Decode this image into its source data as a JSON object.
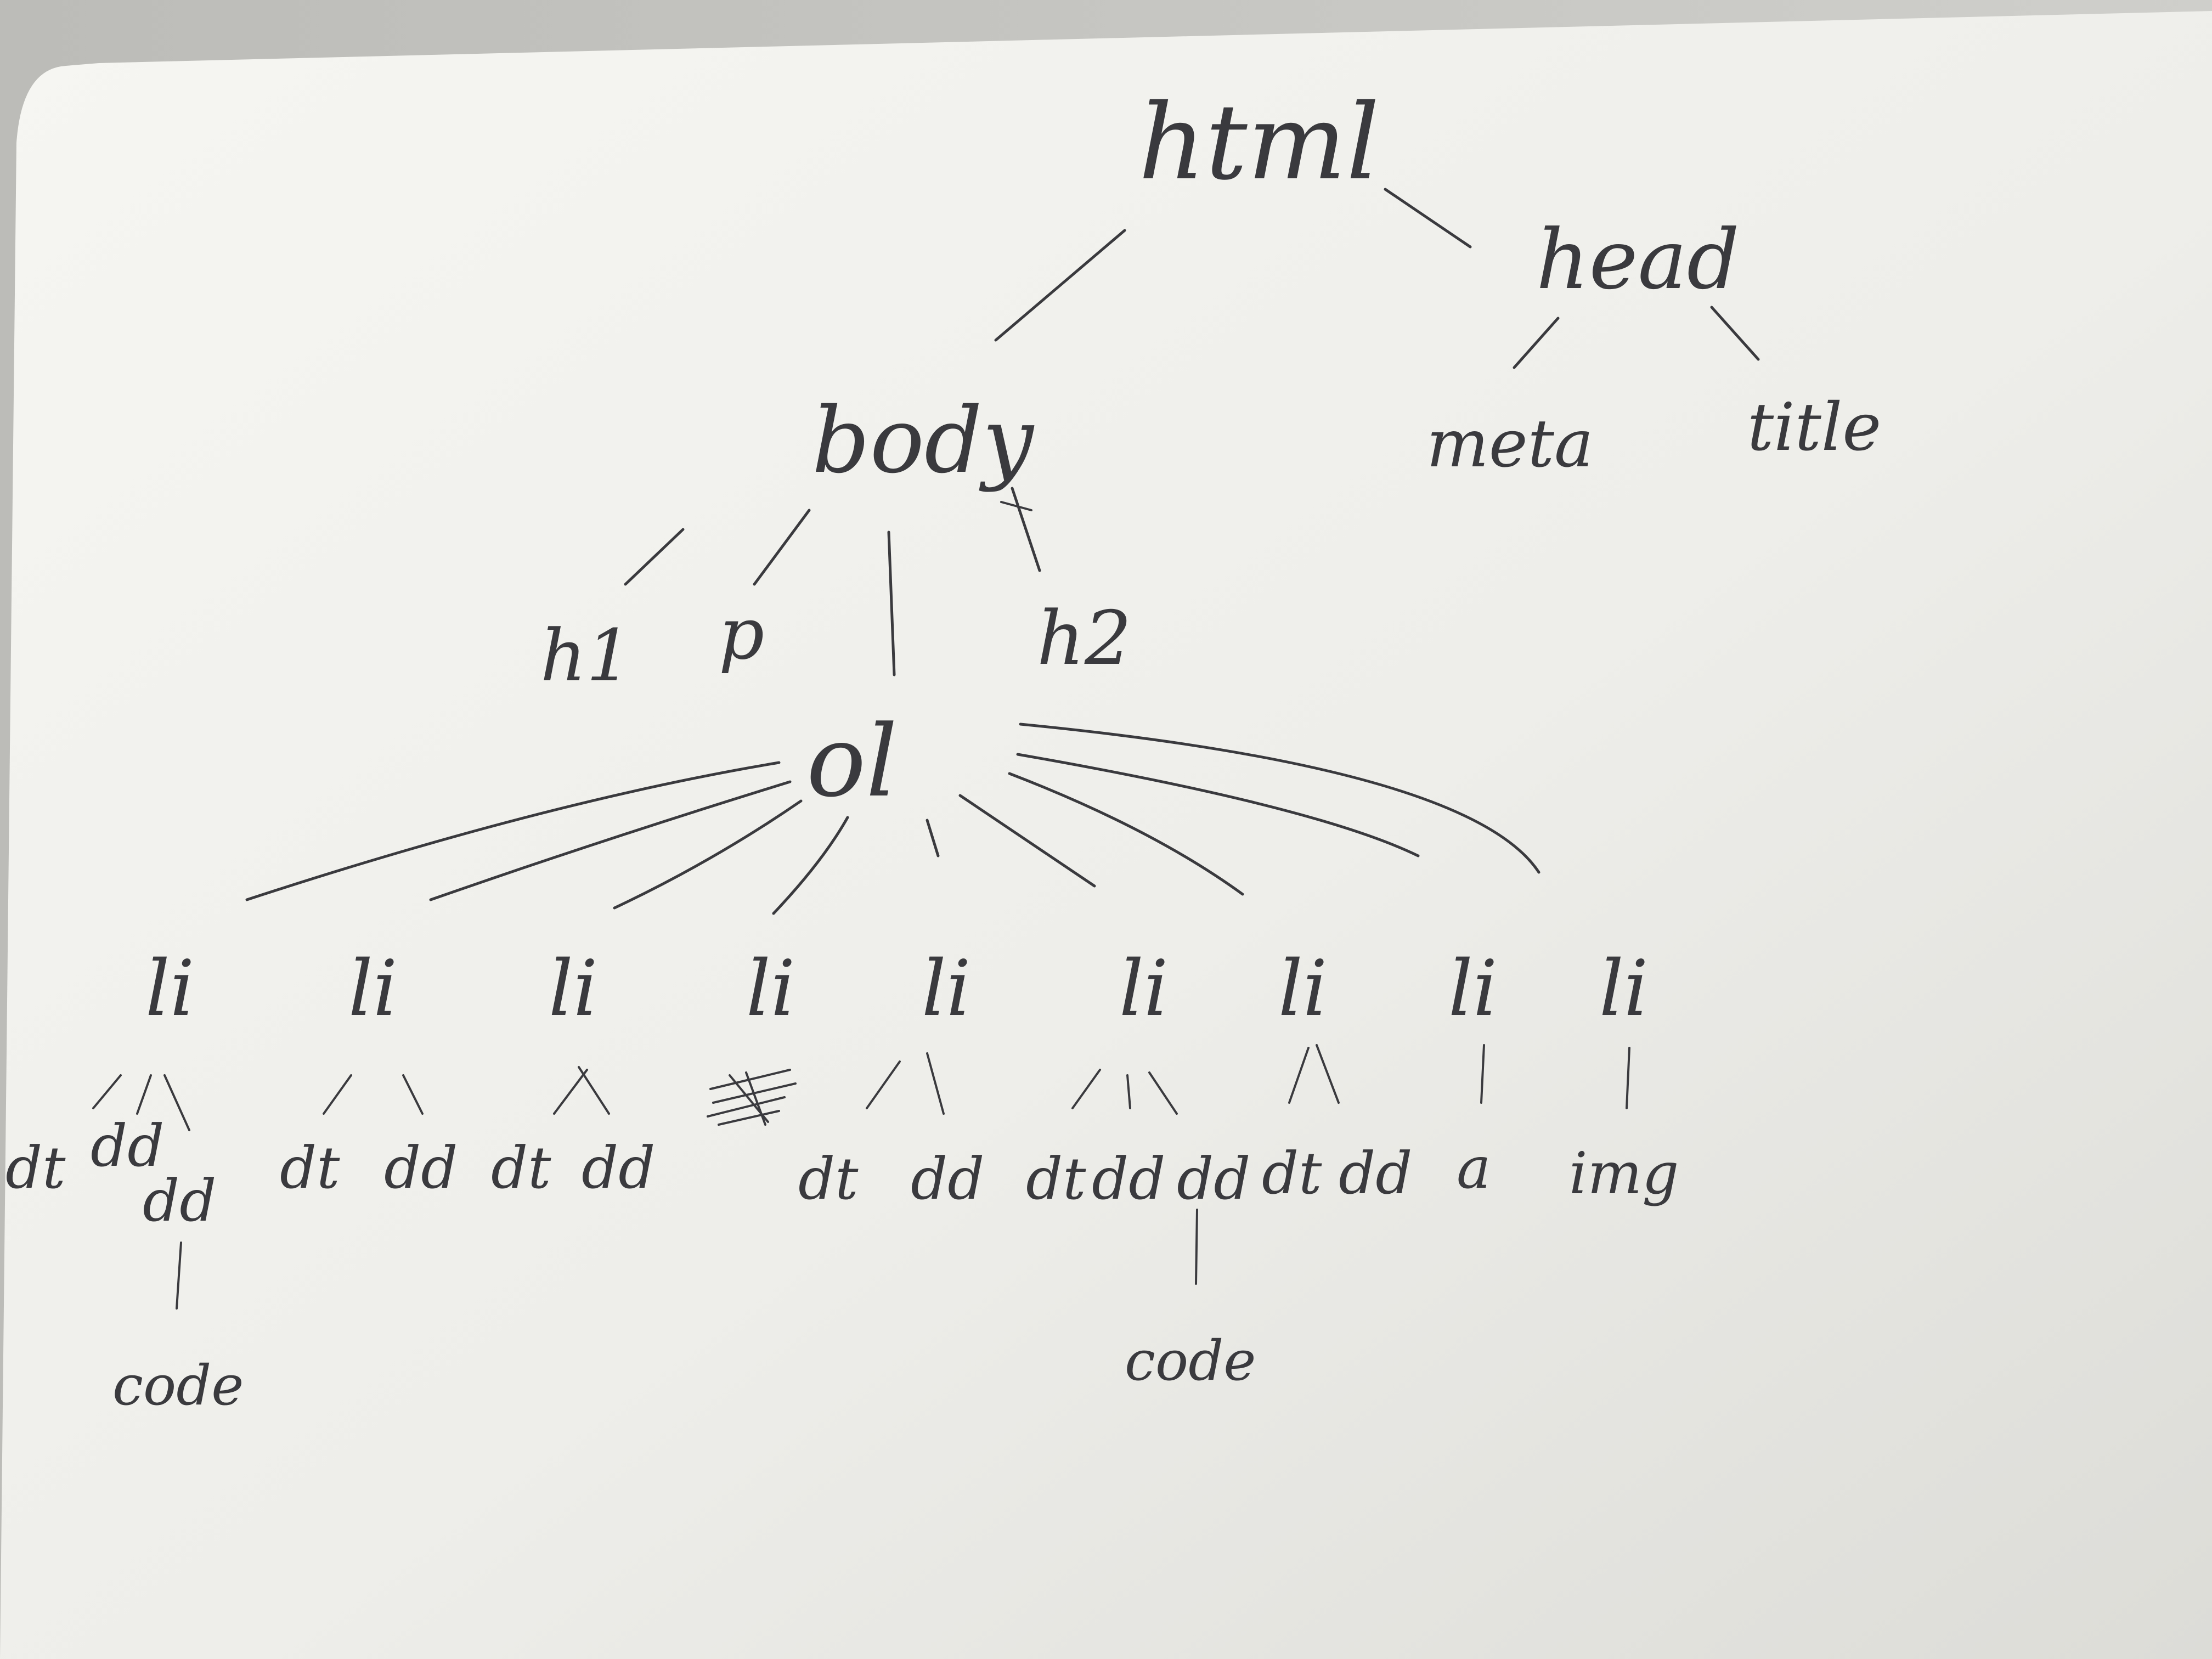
{
  "paper": {
    "color_light": "#f2f2ee",
    "color_shadow": "#d4d4cf",
    "ink": "#3a3a3e"
  },
  "tree": {
    "root": "html",
    "head": "head",
    "meta": "meta",
    "title": "title",
    "body": "body",
    "h1": "h1",
    "p": "p",
    "h2": "h2",
    "ol": "ol",
    "li_label": "li",
    "li_items": [
      {
        "children": [
          "dt",
          "dd",
          "dd"
        ],
        "sub": "code"
      },
      {
        "children": [
          "dt",
          "dd"
        ]
      },
      {
        "children": [
          "dt",
          "dd"
        ]
      },
      {
        "children": []
      },
      {
        "children": [
          "dt",
          "dd"
        ]
      },
      {
        "children": [
          "dt",
          "dd",
          "dd"
        ],
        "sub": "code"
      },
      {
        "children": [
          "dt",
          "dd"
        ]
      },
      {
        "children": [
          "a"
        ]
      },
      {
        "children": [
          "img"
        ]
      }
    ],
    "strings": {
      "dt": "dt",
      "dd": "dd",
      "a": "a",
      "img": "img",
      "code": "code"
    }
  }
}
